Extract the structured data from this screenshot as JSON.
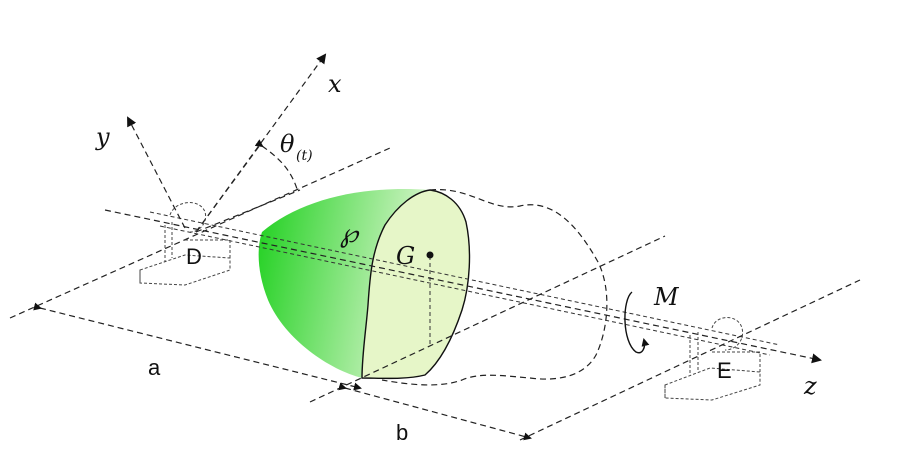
{
  "labels": {
    "x_axis": "x",
    "y_axis": "y",
    "z_axis": "z",
    "theta": "θ",
    "theta_sub": "(t)",
    "center": "G",
    "moment": "M",
    "support_left": "D",
    "support_right": "E",
    "dist_a": "a",
    "dist_b": "b",
    "script_symbol": "℘"
  },
  "colors": {
    "gradient_dark": "#22cc22",
    "gradient_light": "#c8f0b8",
    "cross_section": "#e6f6c8",
    "line": "#222222"
  }
}
